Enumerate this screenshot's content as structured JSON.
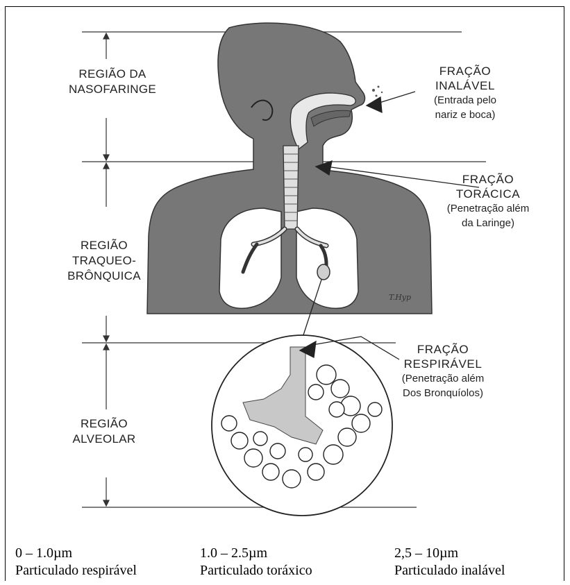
{
  "regions": {
    "nasopharynx": [
      "REGIÃO DA",
      "NASOFARINGE"
    ],
    "tracheobronchial": [
      "REGIÃO",
      "TRAQUEO-",
      "BRÔNQUICA"
    ],
    "alveolar": [
      "REGIÃO",
      "ALVEOLAR"
    ]
  },
  "fractions": {
    "inhalable": {
      "title": [
        "FRAÇÃO",
        "INALÁVEL"
      ],
      "desc": [
        "(Entrada pelo",
        "nariz e boca)"
      ]
    },
    "thoracic": {
      "title": [
        "FRAÇÃO",
        "TORÁCICA"
      ],
      "desc": [
        "(Penetração além",
        "da Laringe)"
      ]
    },
    "respirable": {
      "title": [
        "FRAÇÃO",
        "RESPIRÁVEL"
      ],
      "desc": [
        "(Penetração além",
        "Dos Bronquíolos)"
      ]
    }
  },
  "artist_signature": "T.Hyp",
  "size_ranges": [
    {
      "range": "0 – 1.0µm",
      "label": "Particulado respirável"
    },
    {
      "range": "1.0 – 2.5µm",
      "label": "Particulado toráxico"
    },
    {
      "range": "2,5 – 10µm",
      "label": "Particulado inalável"
    }
  ],
  "colors": {
    "body_fill": "#777777",
    "lung_fill": "#ffffff",
    "airway_fill": "#c8c8c8",
    "line": "#222222"
  }
}
